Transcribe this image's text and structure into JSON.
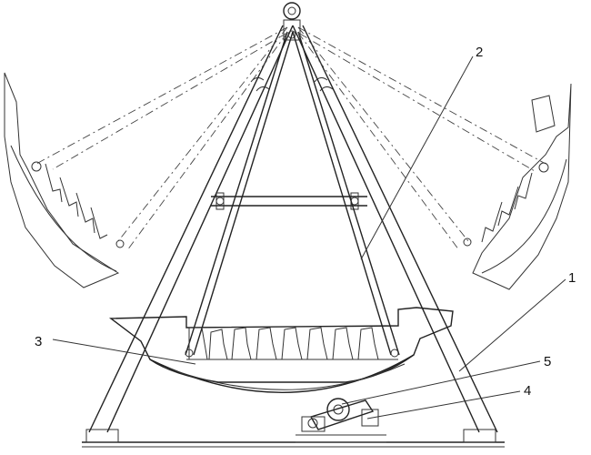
{
  "labels": {
    "frame": "1",
    "support_arm": "2",
    "gondola": "3",
    "drive_cylinder": "4",
    "drive_wheel": "5"
  }
}
